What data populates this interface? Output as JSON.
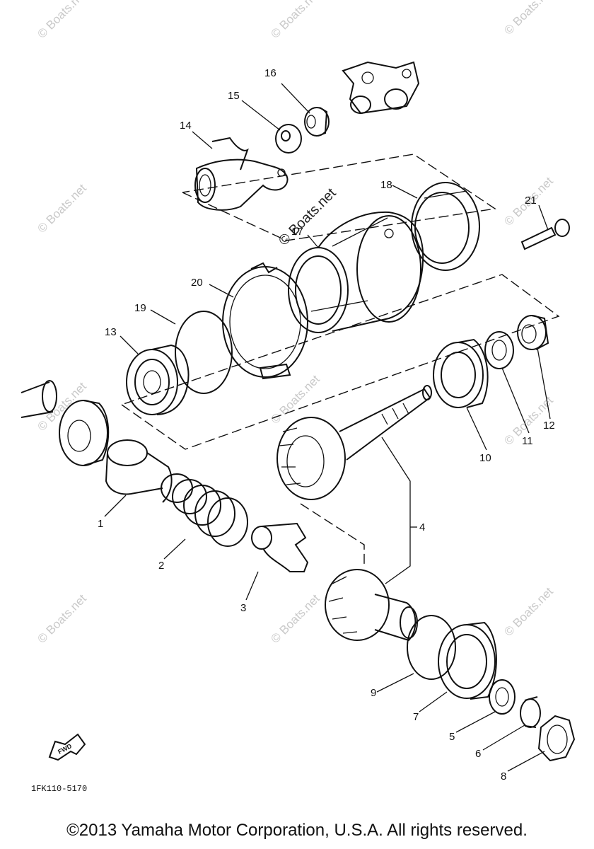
{
  "watermark": {
    "small": "© Boats.net",
    "main": "© Boats.net"
  },
  "parts": [
    {
      "id": "p1",
      "label": "1"
    },
    {
      "id": "p2",
      "label": "2"
    },
    {
      "id": "p3",
      "label": "3"
    },
    {
      "id": "p4",
      "label": "4"
    },
    {
      "id": "p5",
      "label": "5"
    },
    {
      "id": "p6",
      "label": "6"
    },
    {
      "id": "p7",
      "label": "7"
    },
    {
      "id": "p8",
      "label": "8"
    },
    {
      "id": "p9",
      "label": "9"
    },
    {
      "id": "p10",
      "label": "10"
    },
    {
      "id": "p11",
      "label": "11"
    },
    {
      "id": "p12",
      "label": "12"
    },
    {
      "id": "p13",
      "label": "13"
    },
    {
      "id": "p14",
      "label": "14"
    },
    {
      "id": "p15",
      "label": "15"
    },
    {
      "id": "p16",
      "label": "16"
    },
    {
      "id": "p17",
      "label": "17"
    },
    {
      "id": "p18",
      "label": "18"
    },
    {
      "id": "p19",
      "label": "19"
    },
    {
      "id": "p20",
      "label": "20"
    },
    {
      "id": "p21",
      "label": "21"
    }
  ],
  "fwd_label": "FWD",
  "diagram_code": "1FK110-5170",
  "copyright": "©2013 Yamaha Motor Corporation, U.S.A. All rights reserved."
}
